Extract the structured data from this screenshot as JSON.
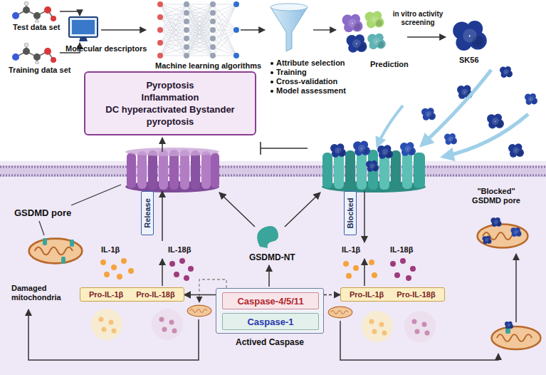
{
  "diagram": {
    "nodes": [
      {
        "text": [
          "Pyroptosis",
          "Inflammation",
          "DC hyperactivated Bystander pyroptosis"
        ]
      },
      {
        "text": [
          "Release"
        ]
      },
      {
        "text": [
          "Blocked"
        ]
      },
      {
        "text": [
          "Pro-IL-1β",
          "Pro-IL-18β"
        ]
      },
      {
        "text": [
          "Actived Caspase"
        ]
      },
      {
        "text": [
          "Caspase-4/5/11"
        ],
        "in": 4
      },
      {
        "text": [
          "Caspase-1"
        ],
        "in": 4
      },
      {
        "text": [
          "Pro-IL-1β",
          "Pro-IL-18β"
        ]
      }
    ],
    "edges": [
      {
        "from": 4,
        "to": 3,
        "arrow": "to"
      },
      {
        "from": 4,
        "to": 7,
        "arrow": "to"
      }
    ],
    "labels": [
      "Test data set",
      "Training data set",
      "Molecular descriptors",
      "Machine learning algorithms",
      "Attribute selection",
      "Training",
      "Cross-validation",
      "Model assessment",
      "Prediction",
      "in vitro activity screening",
      "SK56",
      "GSDMD pore",
      "IL-1β",
      "IL-18β",
      "GSDMD-NT",
      "IL-1β",
      "IL-18β",
      "\"Blocked\" GSDMD pore",
      "Damaged mitochondria"
    ]
  }
}
